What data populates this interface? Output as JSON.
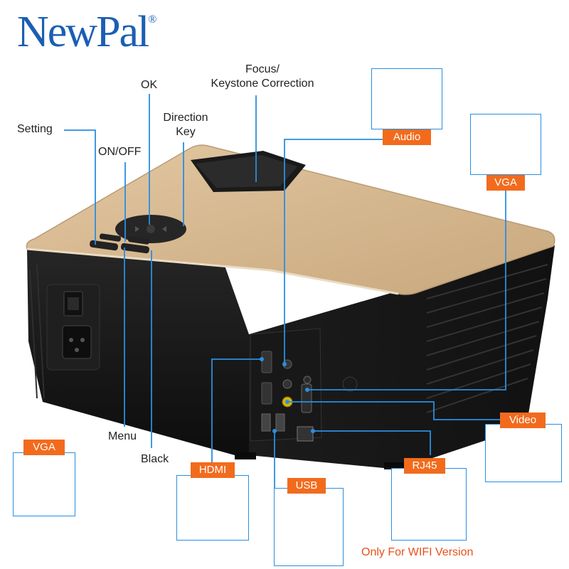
{
  "brand": {
    "name": "NewPal",
    "mark": "®"
  },
  "labels": {
    "focus": [
      "Focus/",
      "Keystone Correction"
    ],
    "ok": "OK",
    "direction": [
      "Direction",
      "Key"
    ],
    "setting": "Setting",
    "onoff": "ON/OFF",
    "menu": "Menu",
    "black": "Black"
  },
  "tags": {
    "audio": "Audio",
    "vga_top": "VGA",
    "video": "Video",
    "rj45": "RJ45",
    "usb": "USB",
    "hdmi": "HDMI",
    "vga_power": "VGA"
  },
  "note": "Only For WIFI Version",
  "colors": {
    "brand": "#1b5fb3",
    "leader": "#2a8ee0",
    "tag": "#f26b1d",
    "note": "#e8501a",
    "top_panel": "#d8bb93",
    "body": "#1a1a1a"
  },
  "icons": {
    "audio": "headphones-icon",
    "vga_top": "desktop-computer-icon",
    "video": "dvd-player-icon",
    "rj45": "ethernet-cable-icon",
    "usb": "usb-flash-drive-icon",
    "hdmi": "laptop-icon",
    "vga_power": "power-plug-icon"
  }
}
